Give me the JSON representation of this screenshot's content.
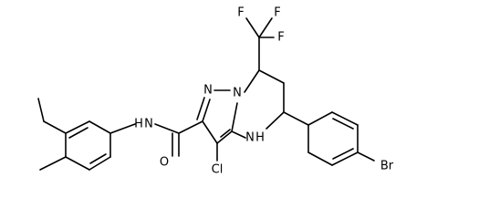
{
  "molecule": {
    "atoms": {
      "f_top_left": "F",
      "f_top_right": "F",
      "f_right": "F",
      "n_amide": "H",
      "n_amide_n": "N",
      "o_carbonyl": "O",
      "n_pyrazole_1": "N",
      "n_pyrazole_2": "N",
      "nh_ring_n": "N",
      "nh_ring_h": "H",
      "cl": "Cl",
      "br": "Br"
    }
  }
}
